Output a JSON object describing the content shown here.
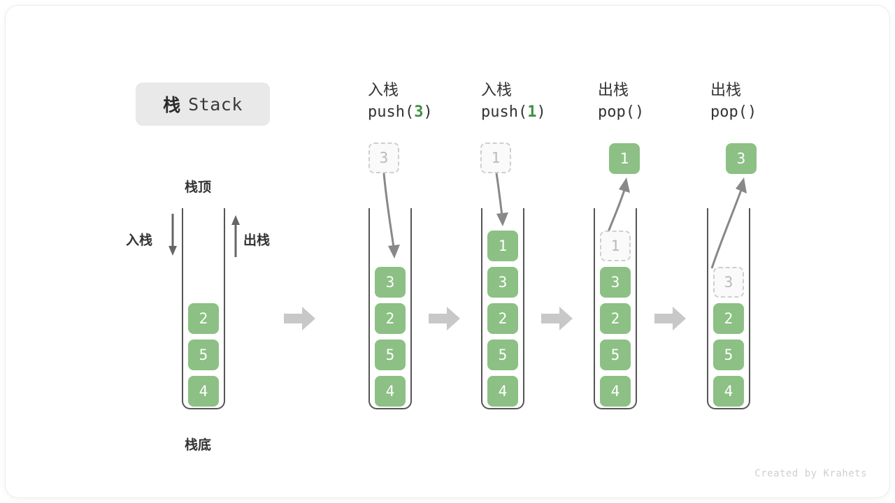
{
  "title": {
    "cn": "栈",
    "en": "Stack"
  },
  "labels": {
    "top": "栈顶",
    "bottom": "栈底",
    "push": "入栈",
    "pop": "出栈"
  },
  "footer": "Created by Krahets",
  "colors": {
    "element": "#8cc084",
    "element_text": "#ffffff",
    "ghost_border": "#cfcfcf",
    "ghost_text": "#b9b9b9",
    "tube_border": "#555555",
    "arrow": "#888888",
    "step_arrow": "#c8c8c8",
    "accent_arg": "#3f9142",
    "badge_bg": "#e9e9e9"
  },
  "panels": [
    {
      "id": "initial",
      "op_cn": "",
      "op_code": "",
      "op_arg": "",
      "stack": [
        {
          "value": "4",
          "state": "solid"
        },
        {
          "value": "5",
          "state": "solid"
        },
        {
          "value": "2",
          "state": "solid"
        }
      ],
      "float_value": "",
      "float_state": ""
    },
    {
      "id": "push-3",
      "op_cn": "入栈",
      "op_code_pre": "push(",
      "op_arg": "3",
      "op_code_post": ")",
      "stack": [
        {
          "value": "4",
          "state": "solid"
        },
        {
          "value": "5",
          "state": "solid"
        },
        {
          "value": "2",
          "state": "solid"
        },
        {
          "value": "3",
          "state": "solid"
        }
      ],
      "float_value": "3",
      "float_state": "ghost",
      "arrow_dir": "down"
    },
    {
      "id": "push-1",
      "op_cn": "入栈",
      "op_code_pre": "push(",
      "op_arg": "1",
      "op_code_post": ")",
      "stack": [
        {
          "value": "4",
          "state": "solid"
        },
        {
          "value": "5",
          "state": "solid"
        },
        {
          "value": "2",
          "state": "solid"
        },
        {
          "value": "3",
          "state": "solid"
        },
        {
          "value": "1",
          "state": "solid"
        }
      ],
      "float_value": "1",
      "float_state": "ghost",
      "arrow_dir": "down"
    },
    {
      "id": "pop-1",
      "op_cn": "出栈",
      "op_code_pre": "pop(",
      "op_arg": "",
      "op_code_post": ")",
      "stack": [
        {
          "value": "4",
          "state": "solid"
        },
        {
          "value": "5",
          "state": "solid"
        },
        {
          "value": "2",
          "state": "solid"
        },
        {
          "value": "3",
          "state": "solid"
        },
        {
          "value": "1",
          "state": "ghost"
        }
      ],
      "float_value": "1",
      "float_state": "solid",
      "arrow_dir": "up"
    },
    {
      "id": "pop-3",
      "op_cn": "出栈",
      "op_code_pre": "pop(",
      "op_arg": "",
      "op_code_post": ")",
      "stack": [
        {
          "value": "4",
          "state": "solid"
        },
        {
          "value": "5",
          "state": "solid"
        },
        {
          "value": "2",
          "state": "solid"
        },
        {
          "value": "3",
          "state": "ghost"
        }
      ],
      "float_value": "3",
      "float_state": "solid",
      "arrow_dir": "up"
    }
  ],
  "step_arrows": 4
}
